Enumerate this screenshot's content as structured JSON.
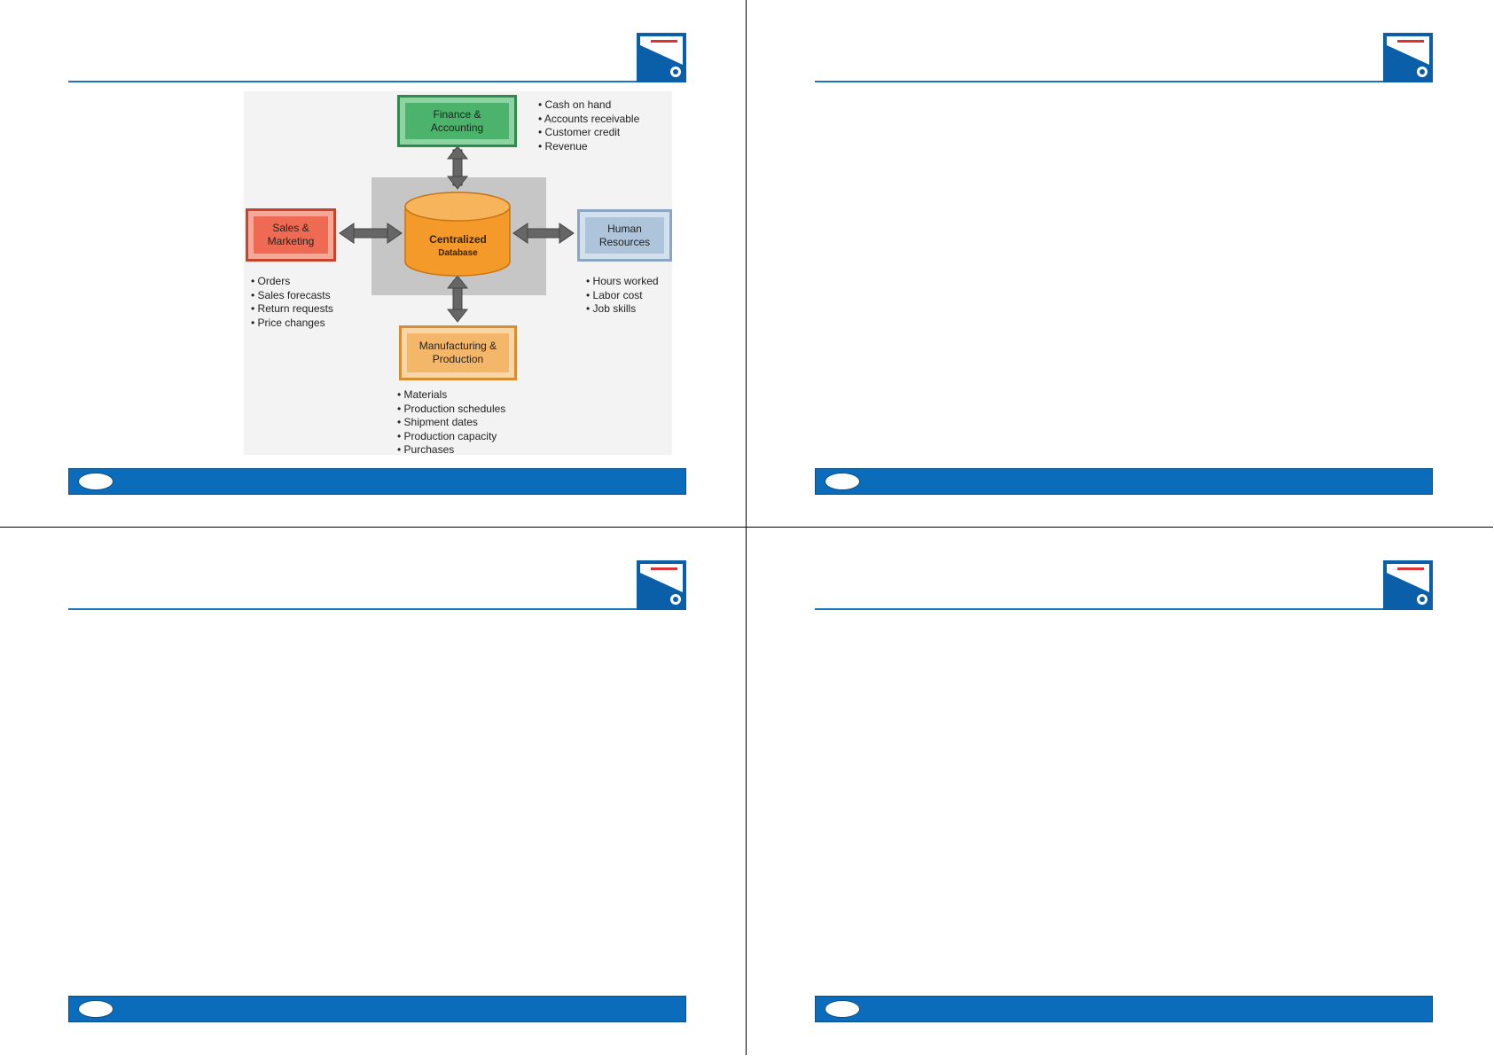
{
  "slides": [
    {
      "id": 1,
      "diagram": {
        "center": {
          "line1": "Centralized",
          "line2": "Database"
        },
        "finance": {
          "label": "Finance &\nAccounting",
          "items": [
            "Cash on hand",
            "Accounts receivable",
            "Customer credit",
            "Revenue"
          ]
        },
        "sales": {
          "label": "Sales &\nMarketing",
          "items": [
            "Orders",
            "Sales forecasts",
            "Return requests",
            "Price changes"
          ]
        },
        "hr": {
          "label": "Human\nResources",
          "items": [
            "Hours worked",
            "Labor cost",
            "Job skills"
          ]
        },
        "manufacturing": {
          "label": "Manufacturing &\nProduction",
          "items": [
            "Materials",
            "Production schedules",
            "Shipment dates",
            "Production capacity",
            "Purchases"
          ]
        }
      }
    },
    {
      "id": 2
    },
    {
      "id": 3
    },
    {
      "id": 4
    }
  ],
  "colors": {
    "rule": "#1b76c2",
    "footer": "#0b6cbb",
    "finance": "#4bb36b",
    "sales": "#ee6a52",
    "hr": "#aec4da",
    "manufacturing": "#f4b668",
    "database": "#f39a2a"
  },
  "icons": [
    "publisher-logo-icon",
    "footer-oval"
  ]
}
